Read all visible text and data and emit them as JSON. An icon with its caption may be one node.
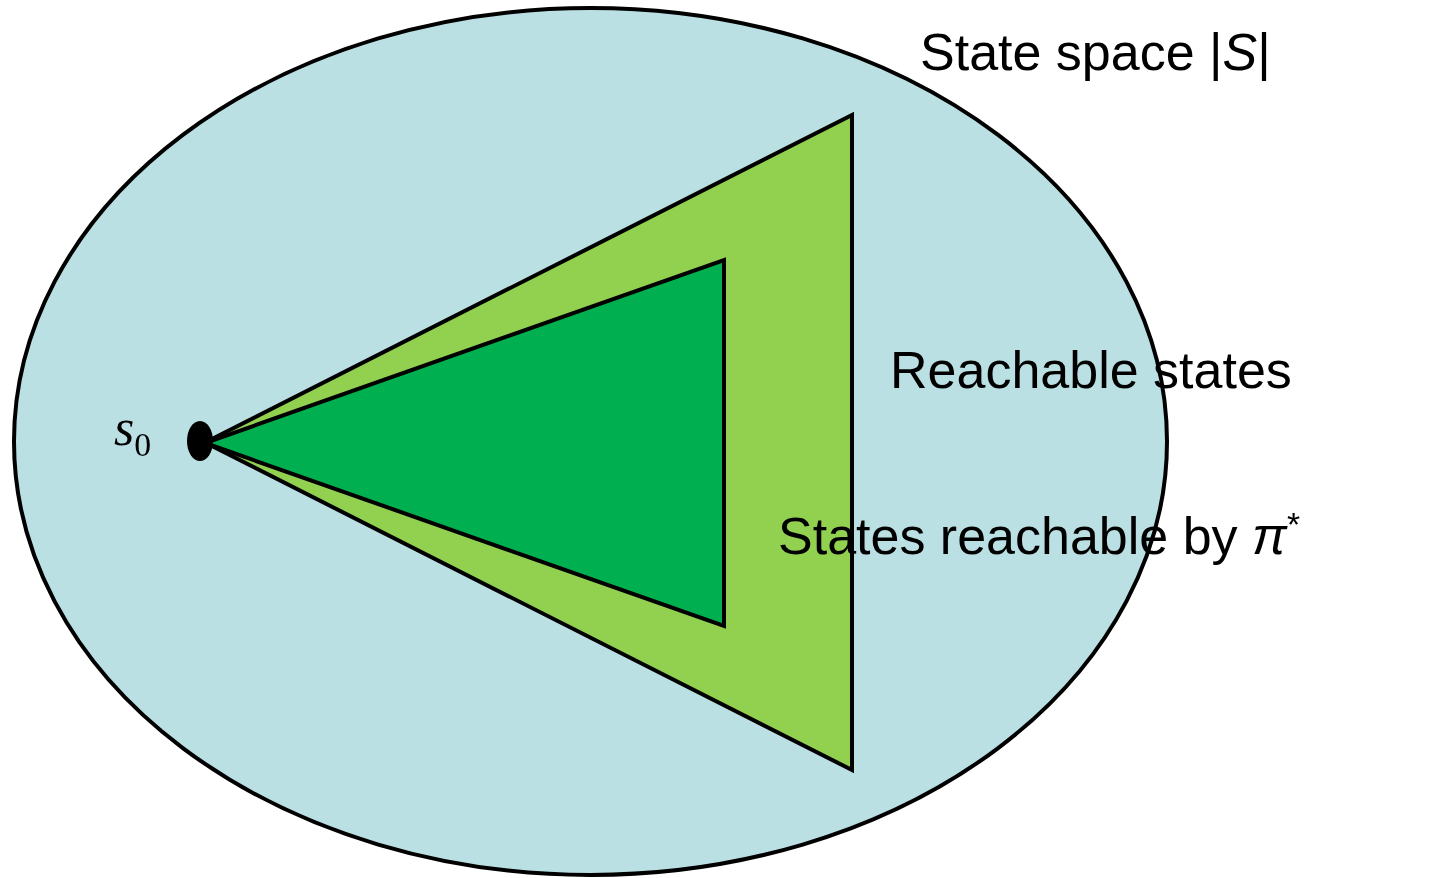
{
  "diagram": {
    "nodes": [
      {
        "text": [
          "State space |*S*|"
        ]
      },
      {
        "text": [
          "Reachable states"
        ],
        "in": 0
      },
      {
        "text": [
          "States reachable by *π*$^{*}$"
        ],
        "in": 1
      },
      {
        "text": [
          "*s*$_{0}$"
        ],
        "in": 0
      }
    ]
  }
}
